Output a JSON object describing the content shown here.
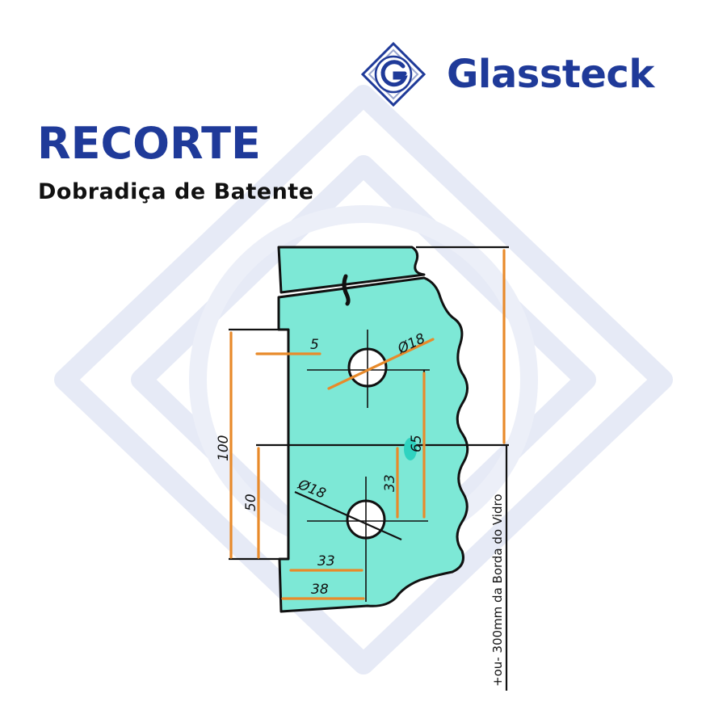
{
  "brand": {
    "name": "Glassteck",
    "logo_icon": "glassteck-g-logo-icon",
    "color": "#1f3a99"
  },
  "title": "RECORTE",
  "subtitle": "Dobradiça de Batente",
  "diagram": {
    "glass_color": "#7de8d6",
    "dimension_color": "#e88a2a",
    "line_color": "#111111",
    "labels": {
      "notch_depth": "5",
      "hole_top_diameter": "Ø18",
      "hole_bottom_diameter": "Ø18",
      "total_height": "100",
      "lower_height": "50",
      "hole_spacing": "65",
      "hole_offset": "33",
      "hole_edge_distance": "33",
      "notch_width": "38",
      "edge_note": "+ou- 300mm da Borda do Vidro"
    }
  }
}
